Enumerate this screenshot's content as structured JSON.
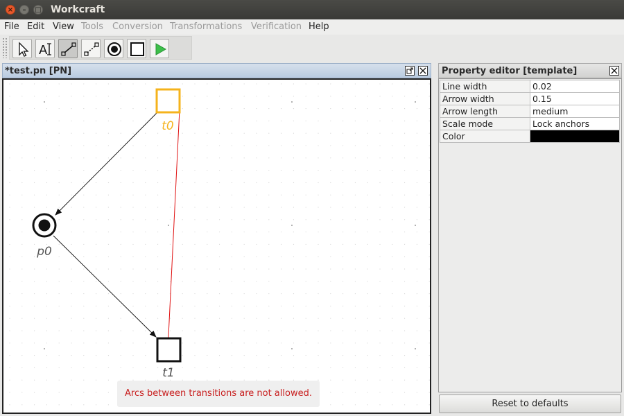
{
  "window": {
    "title": "Workcraft"
  },
  "menubar": {
    "items": [
      {
        "label": "File",
        "enabled": true
      },
      {
        "label": "Edit",
        "enabled": true
      },
      {
        "label": "View",
        "enabled": true
      },
      {
        "label": "Tools",
        "enabled": false
      },
      {
        "label": "Conversion",
        "enabled": false
      },
      {
        "label": "Transformations",
        "enabled": false
      },
      {
        "label": "Verification",
        "enabled": false
      },
      {
        "label": "Help",
        "enabled": true
      }
    ]
  },
  "toolbar": {
    "tools": [
      {
        "icon": "select-arrow-icon",
        "pressed": false
      },
      {
        "icon": "text-note-icon",
        "pressed": false
      },
      {
        "icon": "connect-icon",
        "pressed": true
      },
      {
        "icon": "read-arc-icon",
        "pressed": false
      },
      {
        "icon": "place-icon",
        "pressed": false
      },
      {
        "icon": "transition-icon",
        "pressed": false
      },
      {
        "icon": "simulate-play-icon",
        "pressed": false
      }
    ]
  },
  "editor": {
    "title": "*test.pn [PN]",
    "nodes": {
      "t0": {
        "label": "t0",
        "kind": "transition",
        "color": "#f5b31c"
      },
      "p0": {
        "label": "p0",
        "kind": "place",
        "tokens": 1
      },
      "t1": {
        "label": "t1",
        "kind": "transition",
        "color": "#000000"
      }
    },
    "arcs": [
      {
        "from": "t0",
        "to": "p0",
        "color": "#000000"
      },
      {
        "from": "p0",
        "to": "t1",
        "color": "#000000"
      },
      {
        "from": "t0",
        "to": "t1",
        "color": "#e01010",
        "pending": true
      }
    ],
    "message": "Arcs between transitions are not allowed."
  },
  "property_editor": {
    "title": "Property editor [template]",
    "rows": [
      {
        "key": "Line width",
        "value": "0.02"
      },
      {
        "key": "Arrow width",
        "value": "0.15"
      },
      {
        "key": "Arrow length",
        "value": "medium"
      },
      {
        "key": "Scale mode",
        "value": "Lock anchors"
      },
      {
        "key": "Color",
        "value": "",
        "swatch": "#000000"
      }
    ],
    "reset_label": "Reset to defaults"
  }
}
